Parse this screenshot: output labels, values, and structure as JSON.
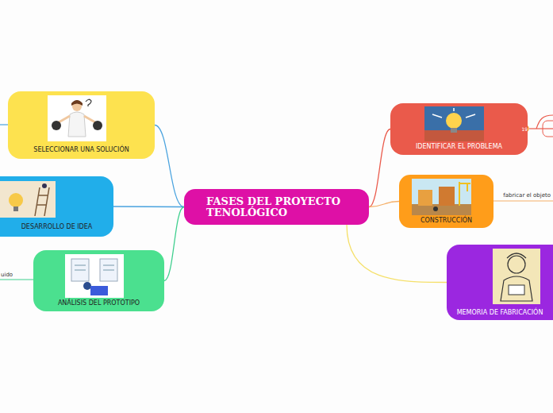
{
  "diagram": {
    "nodes": [
      {
        "text": [
          "FASES DEL PROYECTO TENOLÓGICO"
        ]
      },
      {
        "text": [
          "SELECCIONAR UNA SOLUCIÓN"
        ]
      },
      {
        "text": [
          "IDENTIFICAR EL PROBLEMA"
        ]
      },
      {
        "text": [
          "CONSTRUCCIÓN"
        ]
      },
      {
        "text": [
          "DESARROLLO DE IDEA"
        ]
      },
      {
        "text": [
          "ANÁLISIS DEL PROTOTIPO"
        ]
      },
      {
        "text": [
          "MEMORIA DE FABRICACIÓN"
        ]
      }
    ],
    "edges": [
      {
        "from": 0,
        "to": 1,
        "arrow": "none"
      },
      {
        "from": 0,
        "to": 2,
        "arrow": "none"
      },
      {
        "from": 0,
        "to": 3,
        "arrow": "none"
      },
      {
        "from": 0,
        "to": 4,
        "arrow": "none"
      },
      {
        "from": 0,
        "to": 5,
        "arrow": "none"
      },
      {
        "from": 0,
        "to": 6,
        "arrow": "none"
      }
    ],
    "labels": [
      "19",
      "fabricar el objeto",
      "uido"
    ]
  }
}
